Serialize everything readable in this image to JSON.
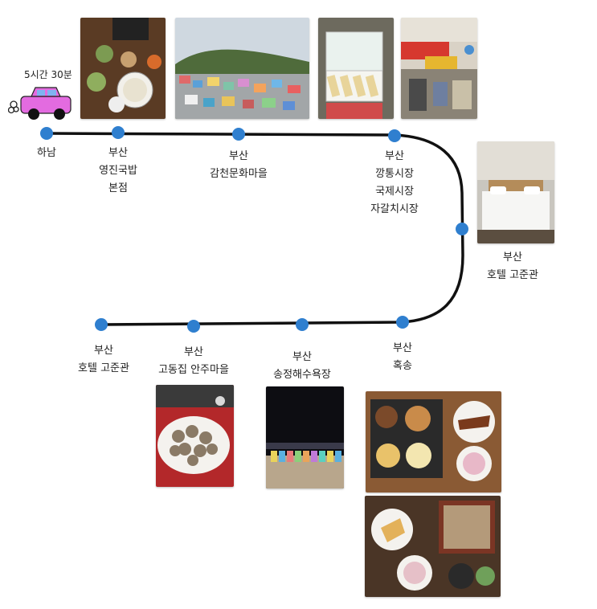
{
  "trip": {
    "duration_label": "5시간 30분",
    "stops": [
      {
        "lines": [
          "하남"
        ]
      },
      {
        "lines": [
          "부산",
          "영진국밥",
          "본점"
        ]
      },
      {
        "lines": [
          "부산",
          "감천문화마을"
        ]
      },
      {
        "lines": [
          "부산",
          "깡통시장",
          "국제시장",
          "자갈치시장"
        ]
      },
      {
        "lines": [
          "부산",
          "호텔 고준관"
        ]
      },
      {
        "lines": [
          "부산",
          "혹송"
        ]
      },
      {
        "lines": [
          "부산",
          "송정해수욕장"
        ]
      },
      {
        "lines": [
          "부산",
          "고동집 안주마을"
        ]
      },
      {
        "lines": [
          "부산",
          "호텔 고준관"
        ]
      }
    ],
    "photos": [
      {
        "subject": "gukbap-meal-photo"
      },
      {
        "subject": "gamcheon-village-photo"
      },
      {
        "subject": "market-food-display-photo"
      },
      {
        "subject": "market-street-shops-photo"
      },
      {
        "subject": "hotel-room-photo"
      },
      {
        "subject": "japanese-set-meal-photo"
      },
      {
        "subject": "soba-tempura-meal-photo"
      },
      {
        "subject": "songjeong-beach-night-photo"
      },
      {
        "subject": "shellfish-dish-photo"
      }
    ]
  },
  "colors": {
    "route_line": "#111111",
    "stop_dot": "#2f7fcf",
    "car_body": "#e36be0",
    "car_window": "#7fb3f0"
  }
}
